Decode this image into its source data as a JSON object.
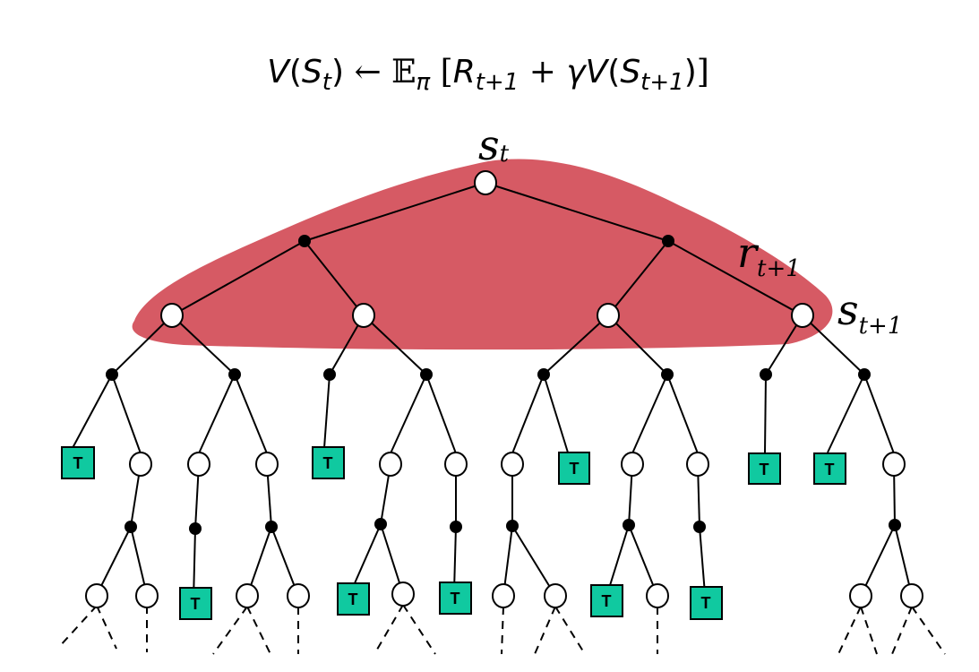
{
  "equation": {
    "lhs_fn": "V",
    "lhs_state": "S",
    "lhs_sub": "t",
    "arrow": "←",
    "expect": "𝔼",
    "expect_sub": "π",
    "lbracket": "[",
    "reward": "R",
    "reward_sub": "t+1",
    "plus": "+",
    "gamma": "γ",
    "next_fn": "V",
    "next_state": "S",
    "next_sub": "t+1",
    "rbracket": "]"
  },
  "labels": {
    "root_state": "s",
    "root_state_sub": "t",
    "reward": "r",
    "reward_sub": "t+1",
    "next_state": "s",
    "next_state_sub": "t+1"
  },
  "terminal_label": "T",
  "colors": {
    "backup_region": "#d65a64",
    "terminal_fill": "#10c9a0"
  }
}
